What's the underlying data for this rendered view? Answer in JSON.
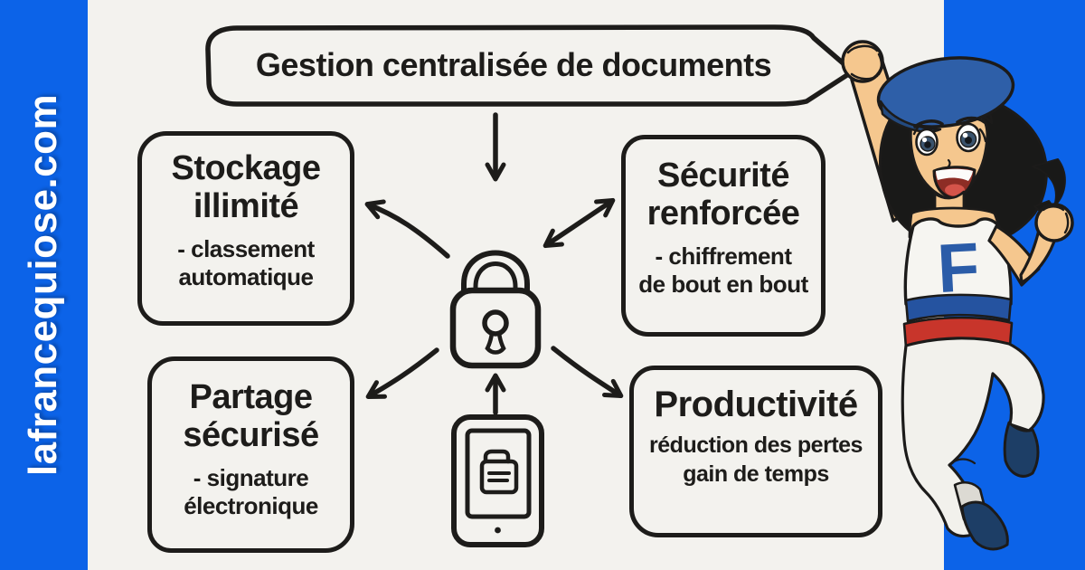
{
  "site": {
    "url": "lafrancequiose.com"
  },
  "banner": {
    "title": "Gestion centralisée de documents"
  },
  "boxes": {
    "stockage": {
      "title_line1": "Stockage",
      "title_line2": "illimité",
      "sub_line1": "- classement",
      "sub_line2": "automatique"
    },
    "securite": {
      "title_line1": "Sécurité",
      "title_line2": "renforcée",
      "sub_line1": "- chiffrement",
      "sub_line2": "de bout en bout"
    },
    "partage": {
      "title_line1": "Partage",
      "title_line2": "sécurisé",
      "sub_line1": "- signature",
      "sub_line2": "électronique"
    },
    "productivite": {
      "title_line1": "Productivité",
      "sub_line1": "réduction des pertes",
      "sub_line2": "gain de temps"
    }
  },
  "icons": {
    "center_icon": "padlock-icon",
    "bottom_icon": "smartphone-folder-icon"
  },
  "character": {
    "shirt_letter": "F"
  },
  "colors": {
    "background_blue": "#0c63e8",
    "paper": "#f3f2ee",
    "ink": "#1d1c1a",
    "beret_blue": "#2e5fa8",
    "flag_blue": "#2553a0",
    "flag_red": "#c8352b",
    "boot_navy": "#1d3e66",
    "skin": "#f5c78e"
  }
}
